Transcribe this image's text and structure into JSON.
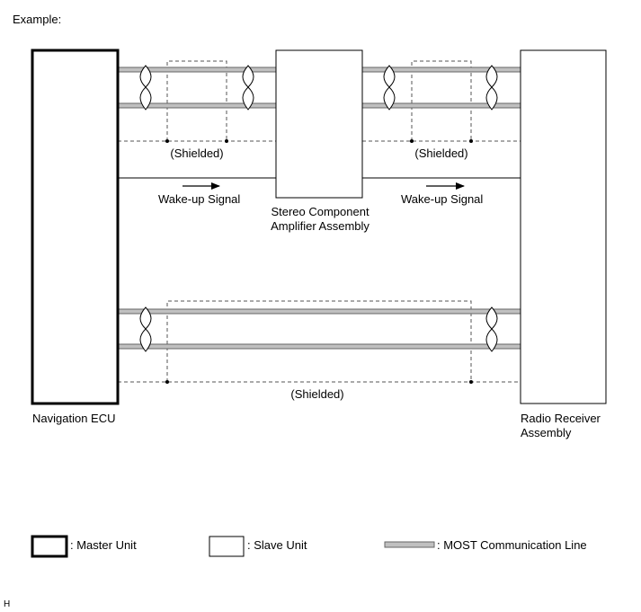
{
  "header": {
    "example_label": "Example:"
  },
  "units": {
    "navigation_ecu": "Navigation ECU",
    "amplifier_line1": "Stereo Component",
    "amplifier_line2": "Amplifier Assembly",
    "radio_line1": "Radio Receiver",
    "radio_line2": "Assembly"
  },
  "signals": {
    "wake_up_left": "Wake-up Signal",
    "wake_up_right": "Wake-up Signal",
    "shielded_top_left": "(Shielded)",
    "shielded_top_right": "(Shielded)",
    "shielded_bottom": "(Shielded)"
  },
  "legend": {
    "master": ": Master Unit",
    "slave": ": Slave Unit",
    "most": ": MOST Communication Line"
  },
  "footer": {
    "code": "H"
  },
  "colors": {
    "line": "#000000",
    "most_fill": "#c0c0c0",
    "dashed": "#555555"
  }
}
